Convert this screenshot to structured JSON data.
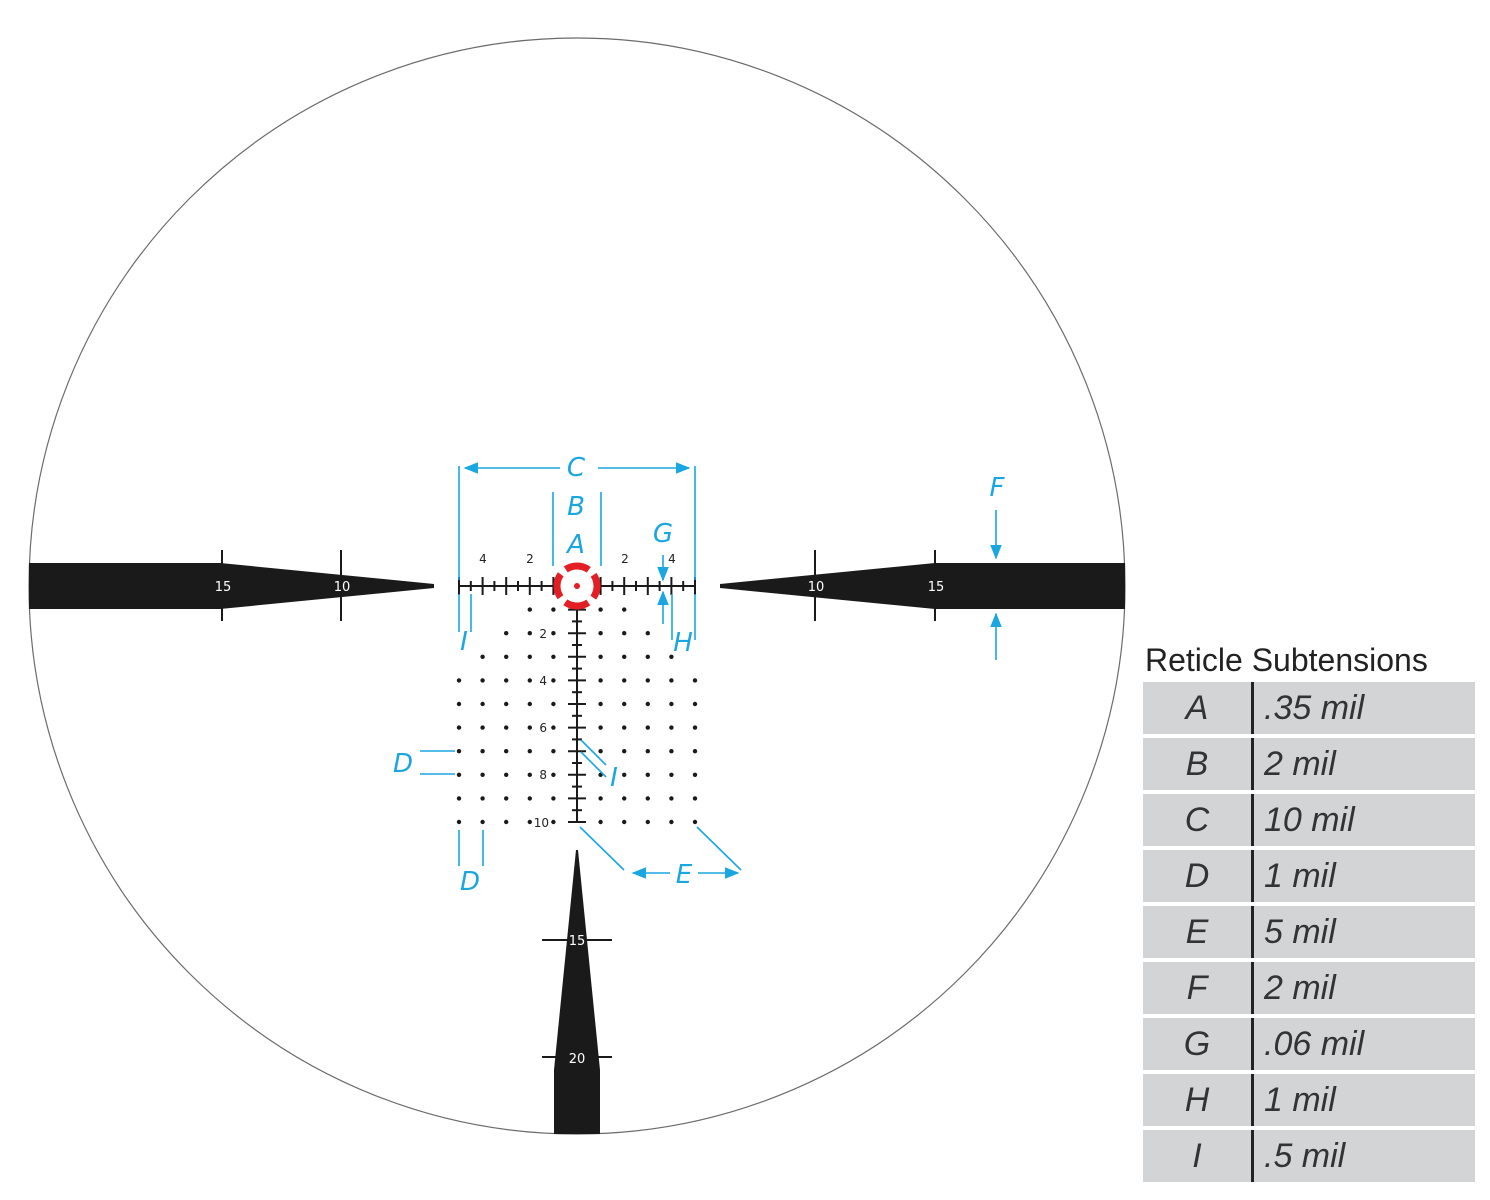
{
  "colors": {
    "reticle": "#1a1a1a",
    "center": "#e31e24",
    "callout": "#1aa6e0",
    "table_bg": "#d3d4d6"
  },
  "horizontal_labels": [
    "4",
    "2",
    "2",
    "4"
  ],
  "vertical_labels": [
    "2",
    "4",
    "6",
    "8",
    "10"
  ],
  "post_labels": {
    "left_outer": "15",
    "left_inner": "10",
    "right_inner": "10",
    "right_outer": "15",
    "bottom_upper": "15",
    "bottom_lower": "20"
  },
  "callouts": {
    "A": "A",
    "B": "B",
    "C": "C",
    "D": "D",
    "E": "E",
    "F": "F",
    "G": "G",
    "H": "H",
    "I": "I"
  },
  "table": {
    "title": "Reticle Subtensions",
    "rows": [
      {
        "key": "A",
        "value": ".35 mil"
      },
      {
        "key": "B",
        "value": "2 mil"
      },
      {
        "key": "C",
        "value": "10 mil"
      },
      {
        "key": "D",
        "value": "1 mil"
      },
      {
        "key": "E",
        "value": "5 mil"
      },
      {
        "key": "F",
        "value": "2 mil"
      },
      {
        "key": "G",
        "value": ".06 mil"
      },
      {
        "key": "H",
        "value": "1 mil"
      },
      {
        "key": "I",
        "value": ".5 mil"
      }
    ]
  }
}
